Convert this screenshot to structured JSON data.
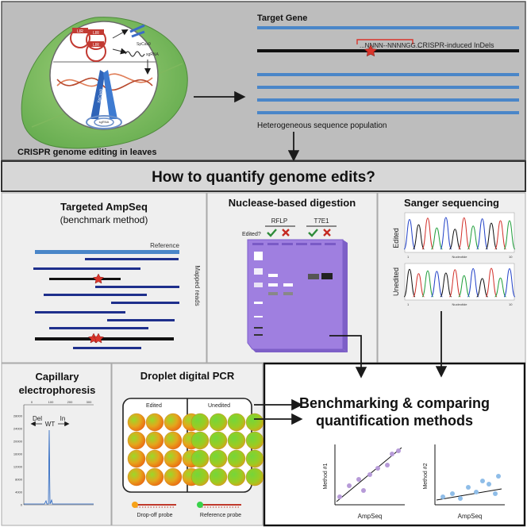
{
  "top": {
    "leaf_caption": "CRISPR genome editing in leaves",
    "lir_label": "LIR",
    "spcas9_label": "SpCas9",
    "sgrna_label": "sgRNA",
    "cas9_label": "SpCas9",
    "guide_label": "sgRNA",
    "target_gene_label": "Target Gene",
    "indel_sequence": "...NNNN--NNNNGG...",
    "indel_label": "CRISPR-induced InDels",
    "population_label": "Heterogeneous sequence population"
  },
  "banner": {
    "question": "How to quantify genome edits?"
  },
  "ampseq": {
    "title": "Targeted AmpSeq",
    "subtitle": "(benchmark method)",
    "reference_label": "Reference",
    "mapped_reads_label": "Mapped reads"
  },
  "nuclease": {
    "title": "Nuclease-based digestion",
    "rflp_label": "RFLP",
    "t7e1_label": "T7E1",
    "edited_label": "Edited?"
  },
  "sanger": {
    "title": "Sanger sequencing",
    "edited_label": "Edited",
    "unedited_label": "Unedited",
    "xaxis_label": "Nucleotide",
    "tick_start": "1",
    "tick_end": "10"
  },
  "capillary": {
    "title_line1": "Capillary",
    "title_line2": "electrophoresis",
    "del_label": "Del",
    "wt_label": "WT",
    "in_label": "In",
    "x_ticks": [
      "0",
      "100",
      "200",
      "300"
    ],
    "y_ticks": [
      "28000",
      "24000",
      "20000",
      "16000",
      "12000",
      "8000",
      "4000",
      "0"
    ]
  },
  "ddpcr": {
    "title": "Droplet digital PCR",
    "edited_label": "Edited",
    "unedited_label": "Unedited",
    "dropoff_label": "Drop-off probe",
    "reference_label": "Reference probe"
  },
  "benchmark": {
    "title_line1": "Benchmarking & comparing",
    "title_line2": "quantification methods",
    "plot1_ylabel": "Method #1",
    "plot1_xlabel": "AmpSeq",
    "plot2_ylabel": "Method #2",
    "plot2_xlabel": "AmpSeq"
  },
  "colors": {
    "reference_blue": "#4a86c8",
    "read_navy": "#1e2f8c",
    "edit_red": "#d9352b",
    "check_green": "#2e8b3a",
    "gel_purple": "#9f7fe0",
    "scatter1_purple": "#b79bd8",
    "scatter2_blue": "#8fbde8"
  }
}
